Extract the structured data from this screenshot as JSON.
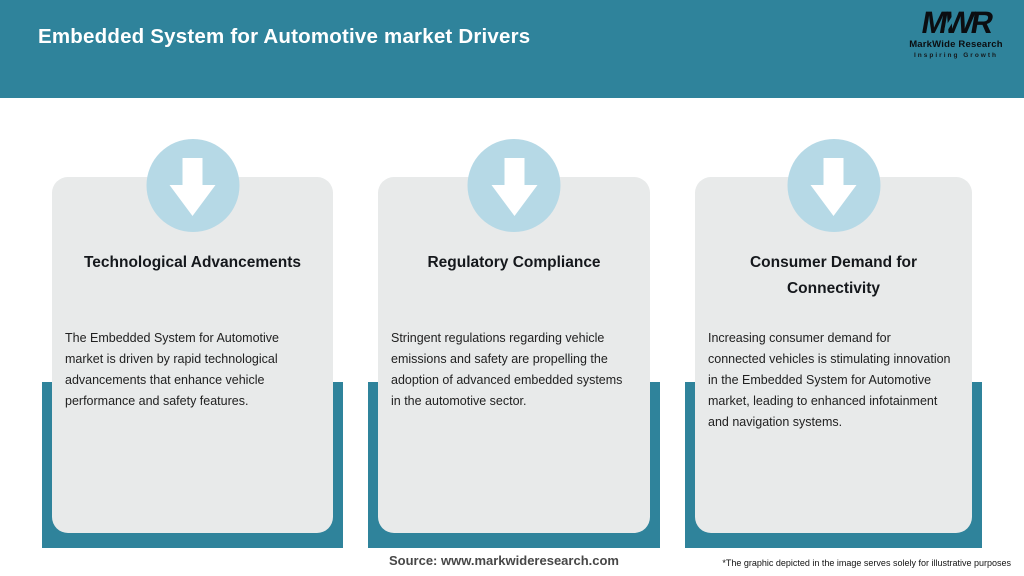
{
  "header": {
    "title": "Embedded System for Automotive market Drivers",
    "logo": {
      "monogram": "MWR",
      "name": "MarkWide Research",
      "tagline": "Inspiring Growth"
    }
  },
  "cards": [
    {
      "title": "Technological Advancements",
      "body": "The Embedded System for Automotive\nmarket is driven by rapid technological\nadvancements that enhance vehicle\nperformance and safety features."
    },
    {
      "title": "Regulatory Compliance",
      "body": "Stringent regulations regarding vehicle\nemissions and safety are propelling the\nadoption of advanced embedded systems\nin the automotive sector."
    },
    {
      "title": "Consumer Demand for\nConnectivity",
      "body": "Increasing consumer demand for\nconnected vehicles is stimulating innovation\nin the Embedded System for Automotive\nmarket, leading to enhanced infotainment\nand navigation systems."
    }
  ],
  "footer": {
    "source": "Source: www.markwideresearch.com",
    "disclaimer": "*The graphic depicted in the image serves solely for illustrative purposes"
  },
  "colors": {
    "teal": "#2F839B",
    "card_bg": "#E8EAEA",
    "circle_blue": "#B6D9E6",
    "arrow": "#FFFFFF",
    "title_text": "#15181C",
    "body_text": "#212121"
  }
}
